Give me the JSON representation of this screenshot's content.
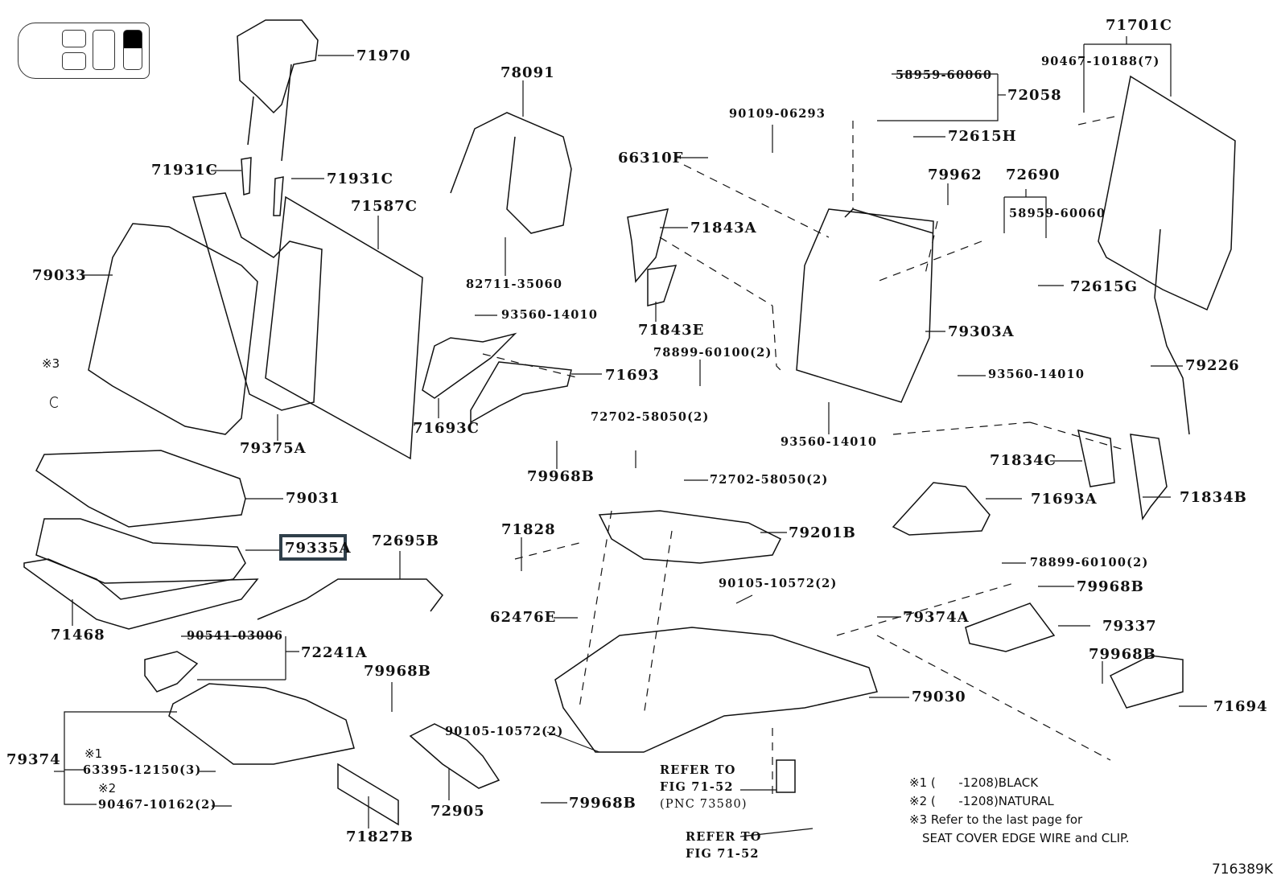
{
  "diagram": {
    "type": "exploded-parts-diagram",
    "subject": "Rear seat assembly (seat back frame, cushion, hinges, covers)",
    "figure_code": "716389K",
    "highlighted_part": "79335A",
    "thumbnail": {
      "icon": "seat-row-locator-icon",
      "selected_position": "third-row-right",
      "highlight_color": "#000000"
    },
    "accent_color": "#2f3f4a"
  },
  "labels": {
    "p71970": "71970",
    "p71931c_l": "71931C",
    "p71931c_r": "71931C",
    "p71587c": "71587C",
    "p79033": "79033",
    "p79375a": "79375A",
    "mark3": "※3",
    "p79031": "79031",
    "p79335a": "79335A",
    "p71468": "71468",
    "p78091": "78091",
    "p82711": "82711-35060",
    "p93560_a": "93560-14010",
    "p71693": "71693",
    "p71693c": "71693C",
    "p79968b_a": "79968B",
    "p72695b": "72695B",
    "p90541": "90541-03006",
    "p72241a": "72241A",
    "p79374": "79374",
    "mark1": "※1",
    "p63395": "63395-12150(3)",
    "mark2": "※2",
    "p90467_162": "90467-10162(2)",
    "p71827b": "71827B",
    "p79968b_b": "79968B",
    "p90105_a": "90105-10572(2)",
    "p72905": "72905",
    "p79968b_c": "79968B",
    "refer1_a": "REFER TO",
    "refer1_b": "FIG 71-52",
    "refer1_c": "(PNC 73580)",
    "refer2_a": "REFER TO",
    "refer2_b": "FIG 71-52",
    "p62476e": "62476E",
    "p71828": "71828",
    "p72702_a": "72702-58050(2)",
    "p72702_b": "72702-58050(2)",
    "p79201b": "79201B",
    "p90105_b": "90105-10572(2)",
    "p79030": "79030",
    "p66310f": "66310F",
    "p90109": "90109-06293",
    "p71843a": "71843A",
    "p71843e": "71843E",
    "p78899_a": "78899-60100(2)",
    "p93560_b": "93560-14010",
    "p58959_a": "58959-60060",
    "p72058": "72058",
    "p72615h": "72615H",
    "p79962": "79962",
    "p72690": "72690",
    "p58959_b": "58959-60060",
    "p72615g": "72615G",
    "p79303a": "79303A",
    "p93560_c": "93560-14010",
    "p71701c": "71701C",
    "p90467_188": "90467-10188(7)",
    "p79226": "79226",
    "p71834c": "71834C",
    "p71834b": "71834B",
    "p71693a": "71693A",
    "p78899_b": "78899-60100(2)",
    "p79968b_d": "79968B",
    "p79374a": "79374A",
    "p79337": "79337",
    "p79968b_e": "79968B",
    "p71694": "71694"
  },
  "legend": [
    {
      "mark": "※1",
      "text": "(      -1208)BLACK"
    },
    {
      "mark": "※2",
      "text": "(      -1208)NATURAL"
    },
    {
      "mark": "※3",
      "text": "Refer to the last page for"
    },
    {
      "mark": "",
      "text": "SEAT COVER EDGE WIRE and CLIP."
    }
  ]
}
